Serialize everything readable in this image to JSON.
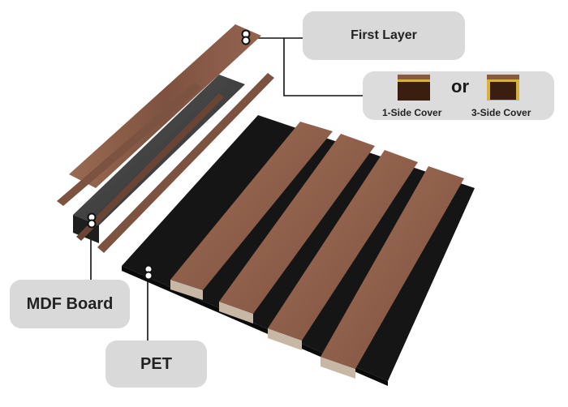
{
  "labels": {
    "first_layer": "First Layer",
    "mdf_board": "MDF Board",
    "pet": "PET",
    "or": "or",
    "one_side_cover": "1-Side Cover",
    "three_side_cover": "3-Side Cover"
  },
  "colors": {
    "label_bg": "#d9d9d9",
    "wood": "#8a5a44",
    "wood_dark": "#6b4433",
    "felt": "#141414",
    "mdf": "#3a3a3a",
    "cover_edge": "#d6b23a"
  }
}
